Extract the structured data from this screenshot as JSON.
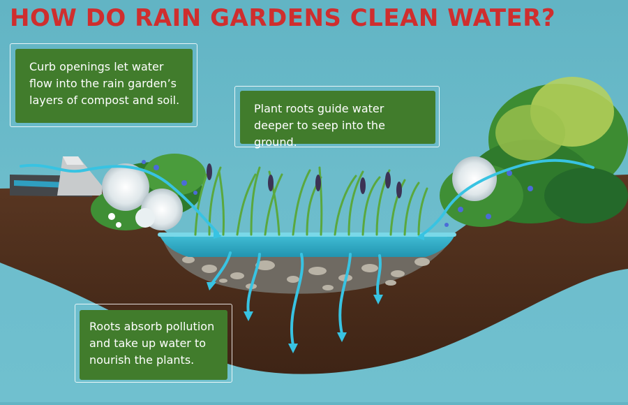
{
  "title": "HOW DO RAIN GARDENS CLEAN WATER?",
  "callouts": {
    "curb": "Curb openings let water flow into the rain garden’s layers of compost and soil.",
    "roots_deep": "Plant roots guide water deeper to seep into the ground.",
    "absorb": "Roots absorb pollution and take up water to nourish the plants."
  },
  "colors": {
    "title": "#cf2e2e",
    "callout_bg": "#417c2c",
    "water": "#2fb3cf",
    "soil": "#4a2b1b",
    "sky": "#6cbccb"
  }
}
